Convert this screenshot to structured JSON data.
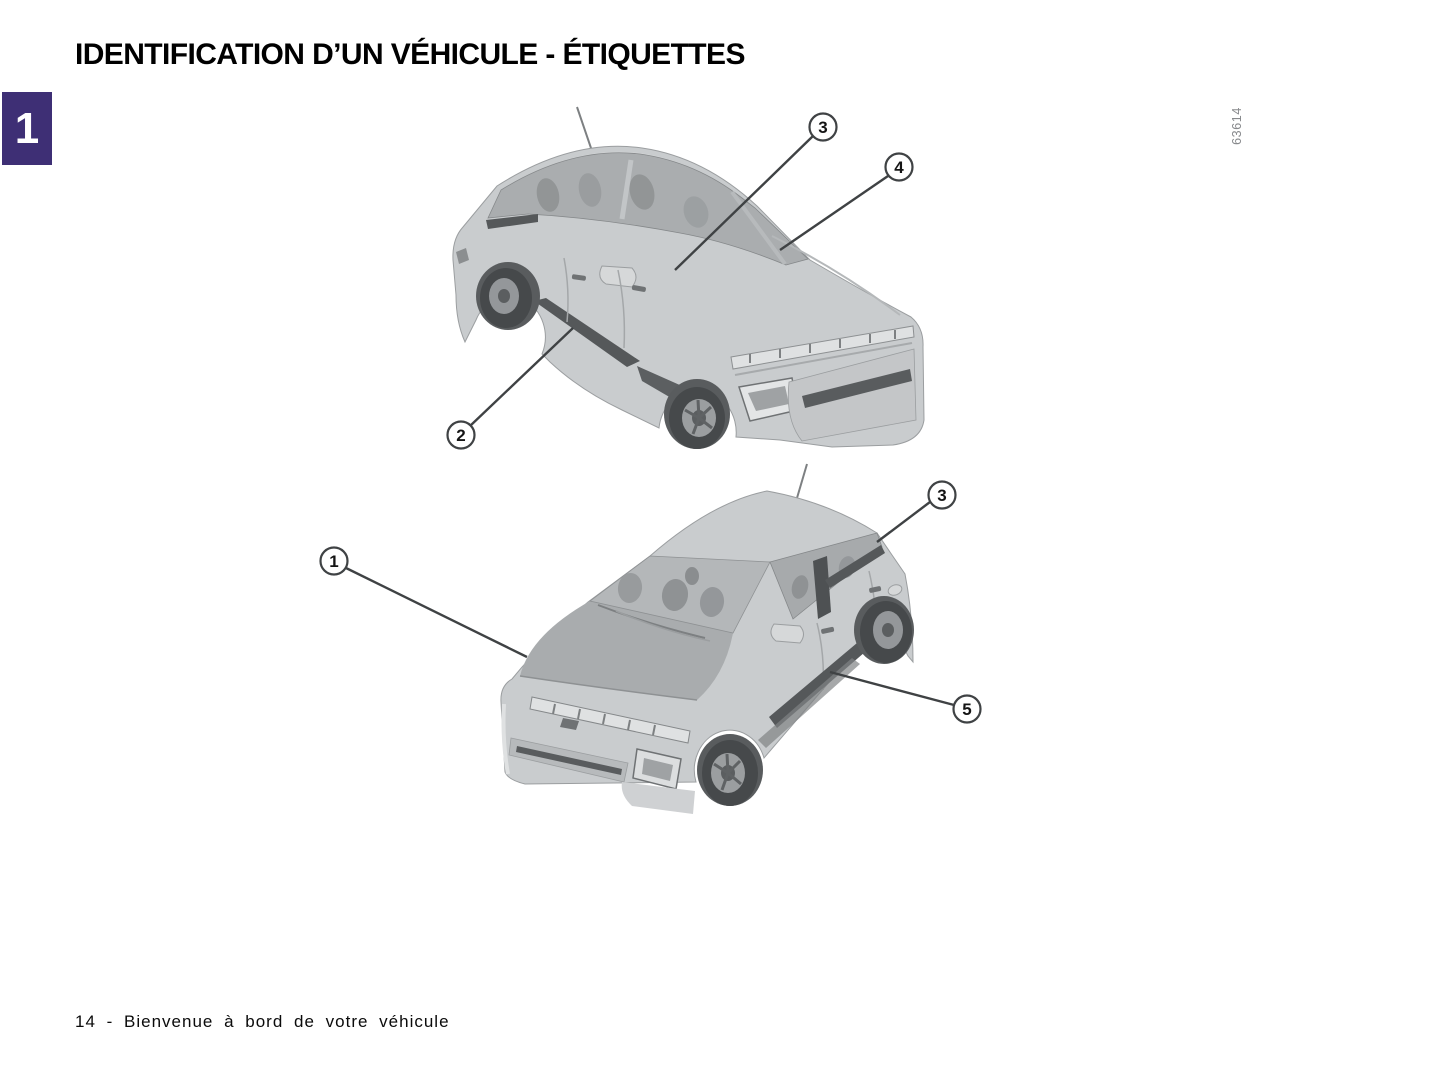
{
  "page": {
    "title": "IDENTIFICATION D’UN VÉHICULE - ÉTIQUETTES",
    "chapter_tab": "1",
    "figure_number": "63614",
    "footer": "14 - Bienvenue à bord de votre véhicule"
  },
  "figure": {
    "top_view_callouts": [
      "3",
      "4",
      "2"
    ],
    "bottom_view_callouts": [
      "1",
      "3",
      "5"
    ]
  },
  "colors": {
    "chapter_tab_bg": "#3e2f75",
    "chapter_tab_text": "#ffffff",
    "callout_stroke": "#3f4244",
    "car_body_gray": "#c9ccce",
    "dark_trim_gray": "#55585a"
  }
}
